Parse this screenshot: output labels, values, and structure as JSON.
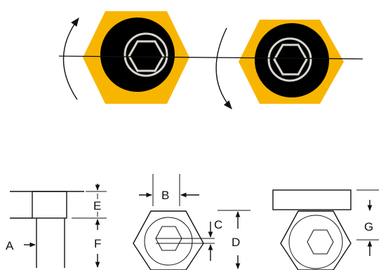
{
  "diagram": {
    "labels": {
      "a": "A",
      "b": "B",
      "c": "C",
      "d": "D",
      "e": "E",
      "f": "F",
      "g": "G"
    },
    "colors": {
      "hex_fill": "#F8B500",
      "socket_fill": "#000000",
      "socket_hex_stroke": "#D9D6CF",
      "line": "#111111"
    }
  }
}
